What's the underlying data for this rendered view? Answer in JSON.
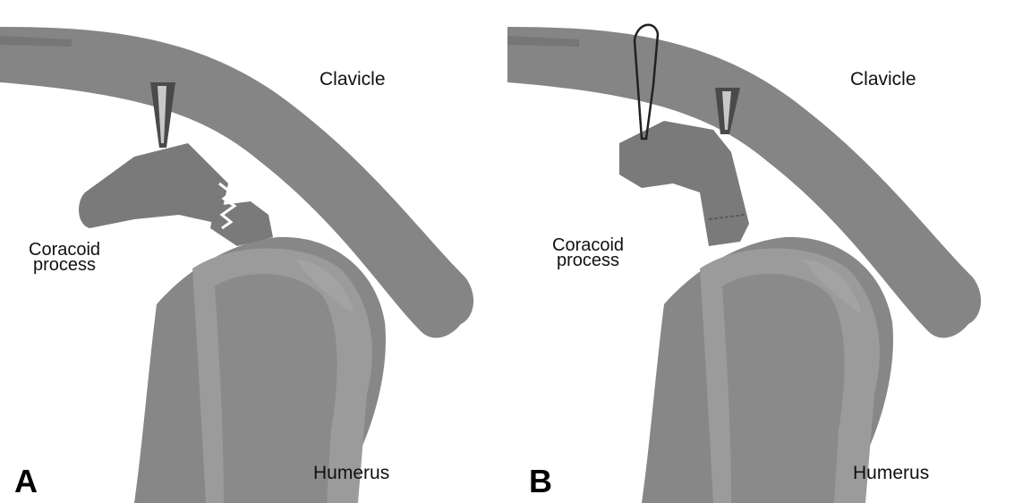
{
  "panels": [
    {
      "letter": "A",
      "labels": {
        "clavicle": "Clavicle",
        "coracoid_line1": "Coracoid",
        "coracoid_line2": "process",
        "humerus": "Humerus"
      }
    },
    {
      "letter": "B",
      "labels": {
        "clavicle": "Clavicle",
        "coracoid_line1": "Coracoid",
        "coracoid_line2": "process",
        "humerus": "Humerus"
      }
    }
  ],
  "colors": {
    "bone": "#858585",
    "bone_dark": "#6e6e6e",
    "bone_light": "#9d9d9d",
    "ligament": "#4a4a4a",
    "background": "#ffffff"
  }
}
